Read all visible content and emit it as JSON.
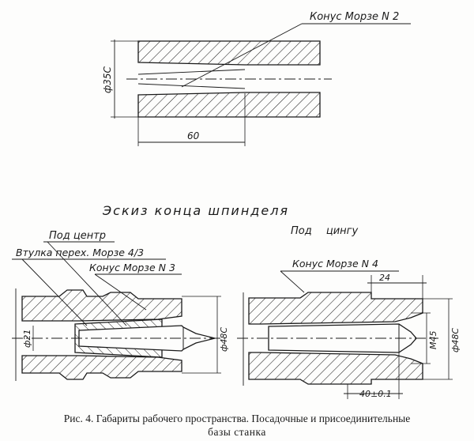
{
  "top_drawing": {
    "label_cone": "Конус Морзе N 2",
    "dim_diameter": "ф35С",
    "dim_length": "60"
  },
  "section_title": "Эскиз конца шпинделя",
  "left_drawing": {
    "label_center": "Под центр",
    "label_sleeve": "Втулка перех. Морзе 4/3",
    "label_cone": "Конус Морзе N 3",
    "dim_small": "ф21",
    "dim_outer": "ф48С"
  },
  "right_drawing": {
    "label_cone_for": "Под цингу",
    "label_cone": "Конус Морзе N 4",
    "dim_top": "24",
    "dim_inner": "М45",
    "dim_outer": "ф48С",
    "dim_bottom": "40±0.1"
  },
  "caption": {
    "line1": "Рис. 4. Габариты рабочего пространства. Посадочные и присоединительные",
    "line2": "базы станка"
  }
}
